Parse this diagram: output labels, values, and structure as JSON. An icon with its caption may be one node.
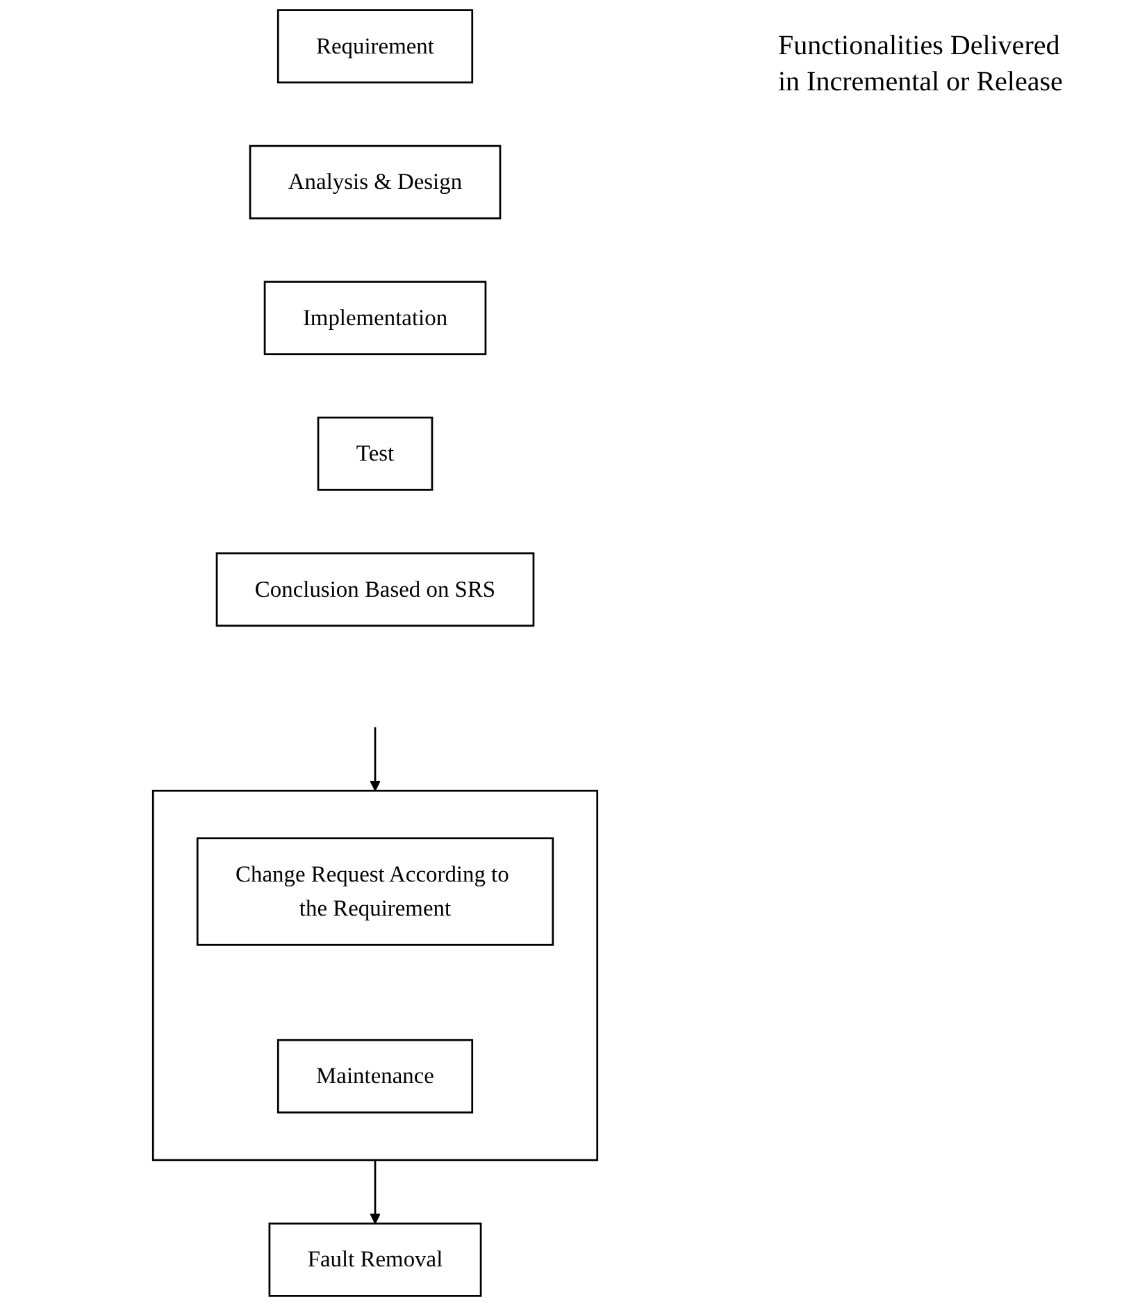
{
  "diagram": {
    "nodes": [
      {
        "text": [
          "Requirement"
        ]
      },
      {
        "text": [
          "Analysis & Design"
        ]
      },
      {
        "text": [
          "Implementation"
        ]
      },
      {
        "text": [
          "Test"
        ]
      },
      {
        "text": [
          "Conclusion Based on SRS"
        ]
      },
      {
        "text": [],
        "shape": "box"
      },
      {
        "text": [
          "Change Request According to the Requirement"
        ],
        "in": 5
      },
      {
        "text": [
          "Maintenance"
        ],
        "in": 5
      },
      {
        "text": [
          "Fault Removal"
        ]
      }
    ],
    "edges": [
      {
        "from": null,
        "to": 5,
        "arrow": "to"
      },
      {
        "from": 5,
        "to": 8,
        "arrow": "to"
      }
    ],
    "labels": [
      "Functionalities Delivered in Incremental or Release"
    ]
  }
}
